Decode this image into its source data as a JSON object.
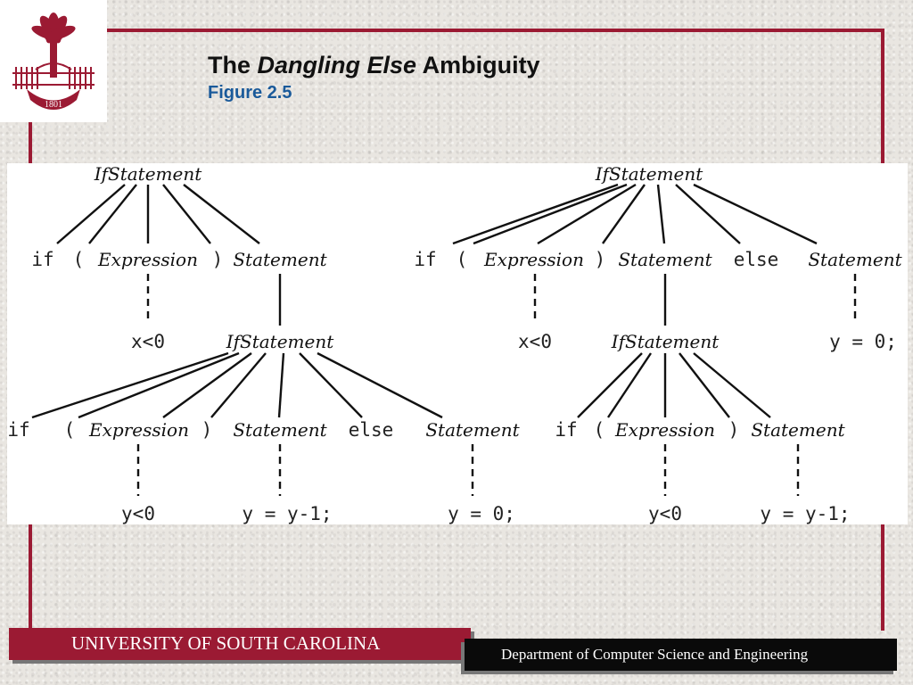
{
  "slide": {
    "title_part1": "The",
    "title_italic": "Dangling Else",
    "title_part2": "Ambiguity",
    "subtitle": "Figure 2.5"
  },
  "logo": {
    "year": "1801",
    "icon": "palmetto-tree-seal-icon",
    "color": "#9b1a33"
  },
  "colors": {
    "accent": "#9b1a33",
    "subtitle": "#1a5a9a",
    "footer_dark": "#0a0a0a"
  },
  "tree_left": {
    "root": "IfStatement",
    "level1": [
      "if",
      "(",
      "Expression",
      ")",
      "Statement"
    ],
    "expr_leaf": "x<0",
    "nested": "IfStatement",
    "level2": [
      "if",
      "(",
      "Expression",
      ")",
      "Statement",
      "else",
      "Statement"
    ],
    "leaves": [
      "y<0",
      "y = y-1;",
      "y = 0;"
    ]
  },
  "tree_right": {
    "root": "IfStatement",
    "level1": [
      "if",
      "(",
      "Expression",
      ")",
      "Statement",
      "else",
      "Statement"
    ],
    "expr_leaf": "x<0",
    "nested": "IfStatement",
    "else_leaf": "y = 0;",
    "level2": [
      "if",
      "(",
      "Expression",
      ")",
      "Statement"
    ],
    "leaves": [
      "y<0",
      "y = y-1;"
    ]
  },
  "footer": {
    "university": "UNIVERSITY OF SOUTH CAROLINA",
    "department": "Department of Computer Science and Engineering"
  }
}
